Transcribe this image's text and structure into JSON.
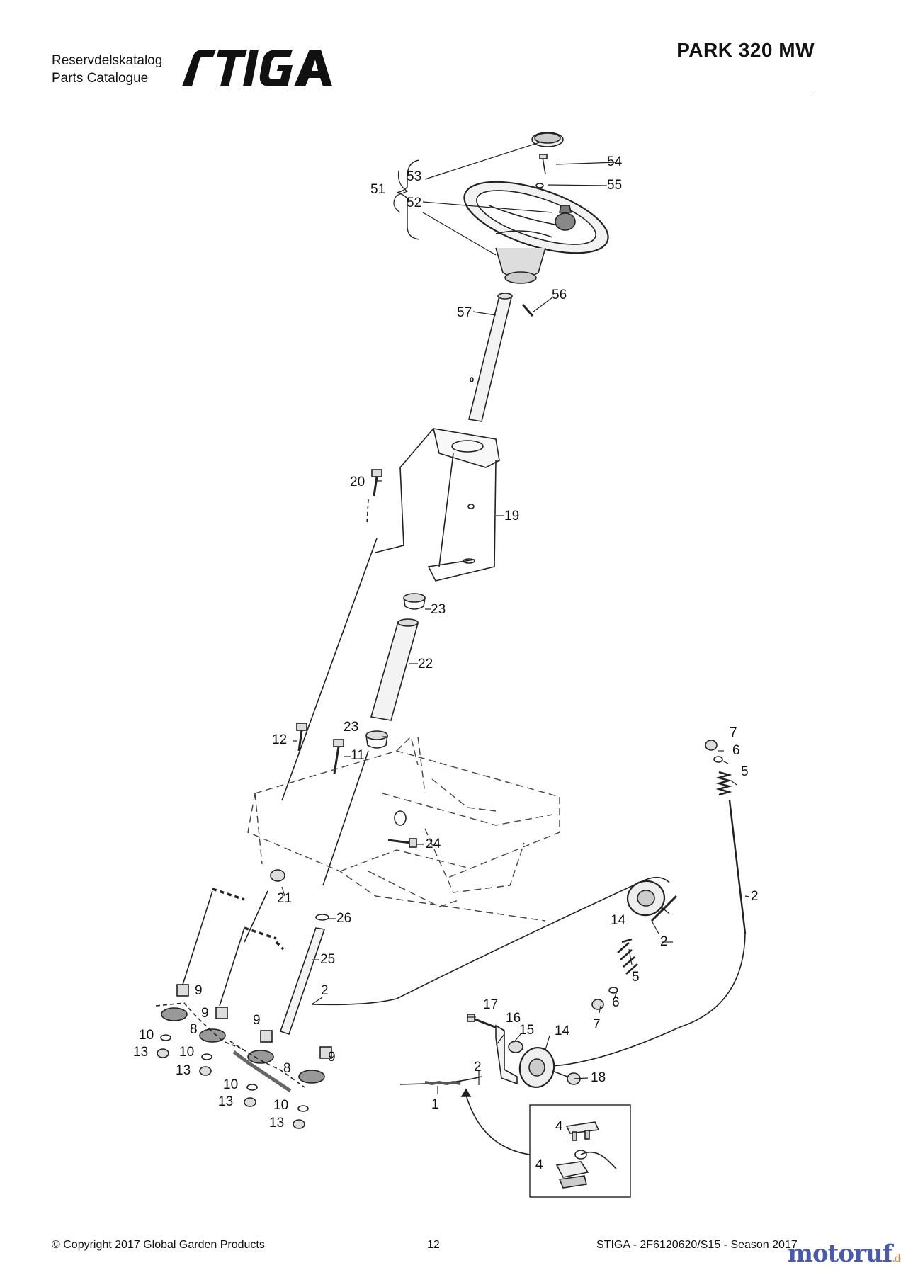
{
  "header": {
    "catalog_line1": "Reservdelskatalog",
    "catalog_line2": "Parts Catalogue",
    "brand": "STIGA",
    "model": "PARK 320 MW"
  },
  "diagram": {
    "labels": {
      "p1": "1",
      "p2a": "2",
      "p2b": "2",
      "p2c": "2",
      "p2d": "2",
      "p4a": "4",
      "p4b": "4",
      "p5a": "5",
      "p5b": "5",
      "p6a": "6",
      "p6b": "6",
      "p7a": "7",
      "p7b": "7",
      "p8a": "8",
      "p8b": "8",
      "p9a": "9",
      "p9b": "9",
      "p9c": "9",
      "p9d": "9",
      "p10a": "10",
      "p10b": "10",
      "p10c": "10",
      "p10d": "10",
      "p11": "11",
      "p12": "12",
      "p13a": "13",
      "p13b": "13",
      "p13c": "13",
      "p13d": "13",
      "p14a": "14",
      "p14b": "14",
      "p15": "15",
      "p16": "16",
      "p17": "17",
      "p18": "18",
      "p19": "19",
      "p20": "20",
      "p21": "21",
      "p22": "22",
      "p23a": "23",
      "p23b": "23",
      "p24": "24",
      "p25": "25",
      "p26": "26",
      "p51": "51",
      "p52": "52",
      "p53": "53",
      "p54": "54",
      "p55": "55",
      "p56": "56",
      "p57": "57"
    }
  },
  "footer": {
    "copyright": "© Copyright 2017 Global Garden Products",
    "page_number": "12",
    "doc_ref": "STIGA - 2F6120620/S15 - Season 2017",
    "watermark": "motoruf",
    "watermark_tld": ".de"
  }
}
